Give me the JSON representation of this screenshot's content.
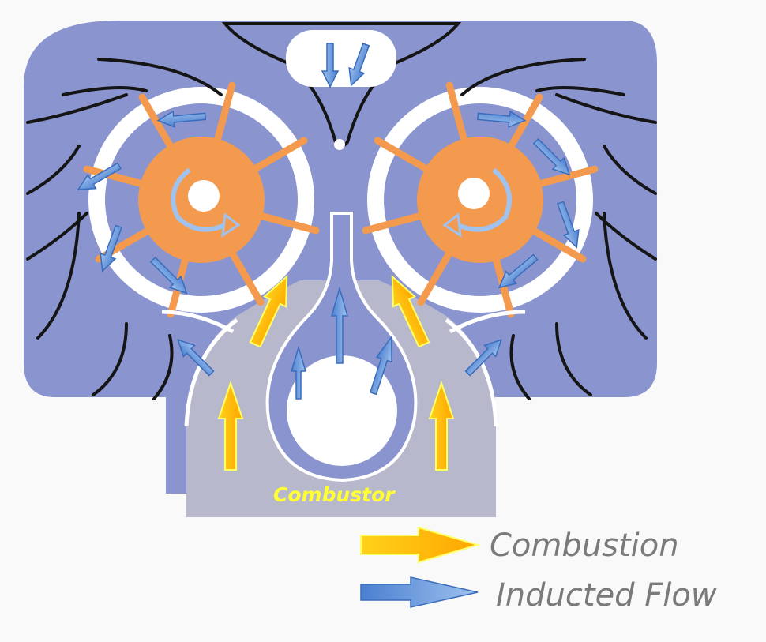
{
  "labels": {
    "combustor": "Combustor"
  },
  "legend": {
    "combustion": "Combustion",
    "inducted_flow": "Inducted Flow"
  },
  "colors": {
    "housing": "#8a95cf",
    "rotor": "#f39a4f",
    "combustion_arrow": "#ffbf00",
    "inducted_arrow": "#5b8fd6",
    "combustor_region": "#b8b8cc",
    "vanes": "#151515"
  }
}
